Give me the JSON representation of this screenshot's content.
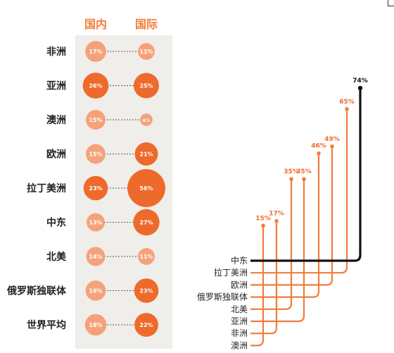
{
  "colors": {
    "panel_bg": "#f0eeea",
    "header_orange": "#f47d3a",
    "dark_orange": "#ee6a2c",
    "light_orange": "#f5a27a",
    "line_orange": "#f07c3e",
    "label_orange": "#ef6d2e",
    "black": "#111111",
    "row_label": "#222222"
  },
  "chart_data": [
    {
      "type": "scatter",
      "subtype": "paired-bubble",
      "columns": [
        "国内",
        "国际"
      ],
      "categories": [
        "非洲",
        "亚洲",
        "澳洲",
        "欧洲",
        "拉丁美洲",
        "中东",
        "北美",
        "俄罗斯独联体",
        "世界平均"
      ],
      "series": [
        {
          "name": "国内",
          "values": [
            17,
            26,
            15,
            15,
            23,
            13,
            14,
            16,
            18
          ],
          "labels": [
            "17%",
            "26%",
            "15%",
            "15%",
            "23%",
            "13%",
            "14%",
            "16%",
            "18%"
          ]
        },
        {
          "name": "国际",
          "values": [
            11,
            25,
            6,
            21,
            56,
            27,
            11,
            23,
            22
          ],
          "labels": [
            "11%",
            "25%",
            "6%",
            "21%",
            "56%",
            "27%",
            "11%",
            "23%",
            "22%"
          ]
        }
      ]
    },
    {
      "type": "line",
      "subtype": "stepped-rank",
      "categories": [
        "中东",
        "拉丁美洲",
        "欧洲",
        "俄罗斯独联体",
        "北美",
        "亚洲",
        "非洲",
        "澳洲"
      ],
      "values": [
        74,
        65,
        49,
        46,
        35,
        35,
        17,
        15
      ],
      "labels": [
        "74%",
        "65%",
        "49%",
        "46%",
        "35%",
        "35%",
        "17%",
        "15%"
      ],
      "highlight": "中东"
    }
  ]
}
